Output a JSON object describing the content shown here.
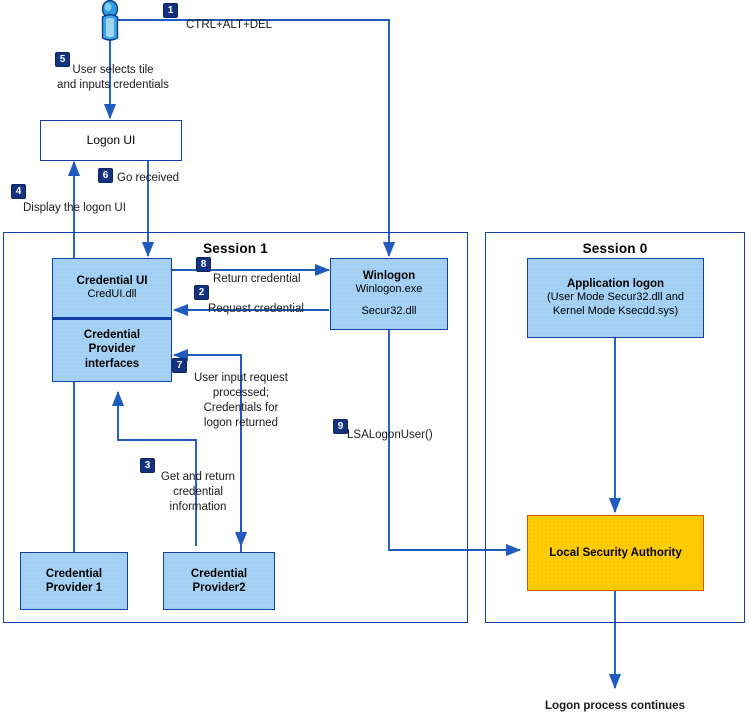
{
  "diagram": {
    "title": "Windows interactive logon credential provider flow",
    "colors": {
      "line": "#1f5bbf",
      "border": "#1240ab",
      "node_blue": "#a5d2f4",
      "node_gold": "#ffcc00",
      "gold_border": "#c55a11",
      "badge": "#13337f",
      "badge_text": "#ffffff",
      "text": "#000000"
    },
    "sessions": [
      {
        "id": "session-1",
        "title": "Session 1"
      },
      {
        "id": "session-0",
        "title": "Session 0"
      }
    ],
    "nodes": {
      "logon_ui": {
        "label": "Logon UI"
      },
      "credential_ui": {
        "title": "Credential UI",
        "subtitle": "CredUI.dll"
      },
      "credential_provider_interfaces": {
        "line1": "Credential",
        "line2": "Provider",
        "line3": "interfaces"
      },
      "winlogon": {
        "title": "Winlogon",
        "subtitle": "Winlogon.exe",
        "extra": "Secur32.dll"
      },
      "credential_provider_1": {
        "line1": "Credential",
        "line2": "Provider 1"
      },
      "credential_provider_2": {
        "line1": "Credential",
        "line2": "Provider2"
      },
      "application_logon": {
        "title": "Application logon",
        "line2": "(User Mode Secur32.dll and",
        "line3": "Kernel Mode Ksecdd.sys)"
      },
      "local_security_authority": {
        "label": "Local Security Authority"
      }
    },
    "steps": [
      {
        "number": "1",
        "label": "CTRL+ALT+DEL"
      },
      {
        "number": "2",
        "label": "Request credential"
      },
      {
        "number": "3",
        "label": "Get and return\ncredential\ninformation"
      },
      {
        "number": "4",
        "label": "Display the logon UI"
      },
      {
        "number": "5",
        "label": "User selects tile\nand inputs credentials"
      },
      {
        "number": "6",
        "label": "Go received"
      },
      {
        "number": "7",
        "label": "User input request\nprocessed;\nCredentials for\nlogon returned"
      },
      {
        "number": "8",
        "label": "Return credential"
      },
      {
        "number": "9",
        "label": "LSALogonUser()"
      }
    ],
    "footer": {
      "label": "Logon process continues"
    },
    "icons": {
      "user": "user-icon"
    }
  }
}
